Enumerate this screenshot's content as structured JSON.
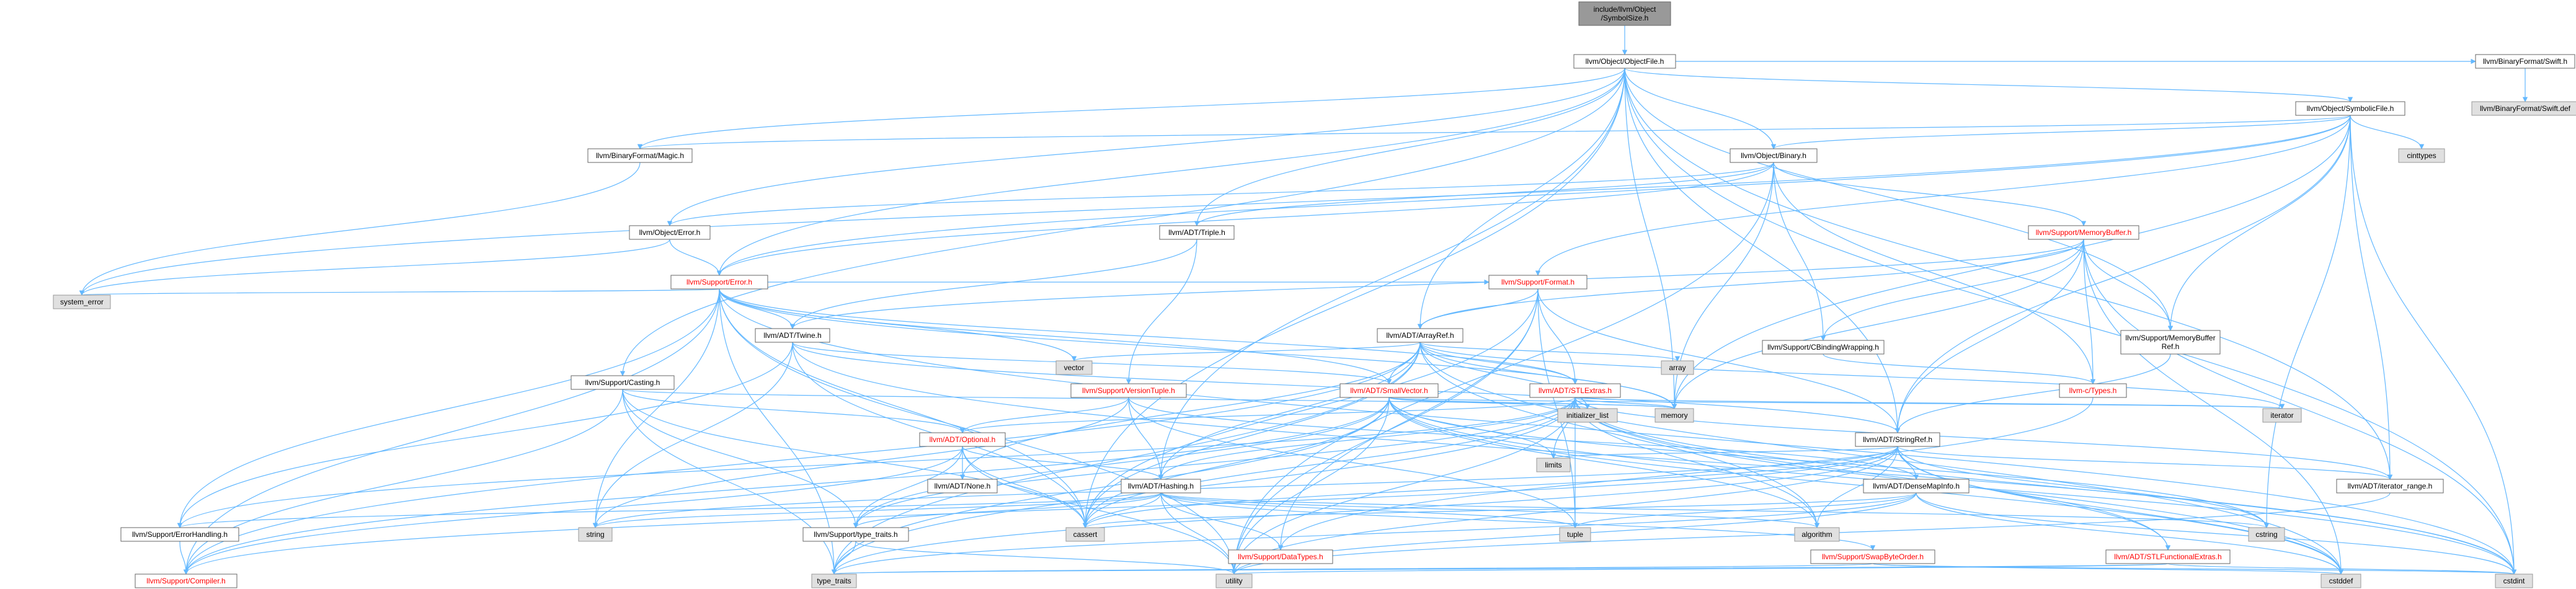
{
  "diagram": {
    "nodes": {
      "root": {
        "lines": [
          "include/llvm/Object",
          "/SymbolSize.h"
        ],
        "style": "root"
      },
      "objectfile": {
        "lines": [
          "llvm/Object/ObjectFile.h"
        ],
        "style": "white"
      },
      "symbolicfile": {
        "lines": [
          "llvm/Object/SymbolicFile.h"
        ],
        "style": "white"
      },
      "bf_swift": {
        "lines": [
          "llvm/BinaryFormat/Swift.h"
        ],
        "style": "white"
      },
      "bf_swift_def": {
        "lines": [
          "llvm/BinaryFormat/Swift.def"
        ],
        "style": "gray"
      },
      "bf_magic": {
        "lines": [
          "llvm/BinaryFormat/Magic.h"
        ],
        "style": "white"
      },
      "binary": {
        "lines": [
          "llvm/Object/Binary.h"
        ],
        "style": "white"
      },
      "cinttypes": {
        "lines": [
          "cinttypes"
        ],
        "style": "gray"
      },
      "obj_error": {
        "lines": [
          "llvm/Object/Error.h"
        ],
        "style": "white"
      },
      "triple": {
        "lines": [
          "llvm/ADT/Triple.h"
        ],
        "style": "white"
      },
      "memorybuffer": {
        "lines": [
          "llvm/Support/MemoryBuffer.h"
        ],
        "style": "red"
      },
      "support_error": {
        "lines": [
          "llvm/Support/Error.h"
        ],
        "style": "red"
      },
      "system_error": {
        "lines": [
          "system_error"
        ],
        "style": "gray"
      },
      "format": {
        "lines": [
          "llvm/Support/Format.h"
        ],
        "style": "red"
      },
      "twine": {
        "lines": [
          "llvm/ADT/Twine.h"
        ],
        "style": "white"
      },
      "arrayref": {
        "lines": [
          "llvm/ADT/ArrayRef.h"
        ],
        "style": "white"
      },
      "cbinding": {
        "lines": [
          "llvm/Support/CBindingWrapping.h"
        ],
        "style": "white"
      },
      "membufref": {
        "lines": [
          "llvm/Support/MemoryBuffer",
          "Ref.h"
        ],
        "style": "white"
      },
      "vector": {
        "lines": [
          "vector"
        ],
        "style": "gray"
      },
      "array": {
        "lines": [
          "array"
        ],
        "style": "gray"
      },
      "casting": {
        "lines": [
          "llvm/Support/Casting.h"
        ],
        "style": "white"
      },
      "versiontuple": {
        "lines": [
          "llvm/Support/VersionTuple.h"
        ],
        "style": "red"
      },
      "smallvector": {
        "lines": [
          "llvm/ADT/SmallVector.h"
        ],
        "style": "red"
      },
      "stlextras": {
        "lines": [
          "llvm/ADT/STLExtras.h"
        ],
        "style": "red"
      },
      "c_types": {
        "lines": [
          "llvm-c/Types.h"
        ],
        "style": "red"
      },
      "optional": {
        "lines": [
          "llvm/ADT/Optional.h"
        ],
        "style": "red"
      },
      "initializer_list": {
        "lines": [
          "initializer_list"
        ],
        "style": "gray"
      },
      "memory": {
        "lines": [
          "memory"
        ],
        "style": "gray"
      },
      "stringref": {
        "lines": [
          "llvm/ADT/StringRef.h"
        ],
        "style": "white"
      },
      "iterator": {
        "lines": [
          "iterator"
        ],
        "style": "gray"
      },
      "limits": {
        "lines": [
          "limits"
        ],
        "style": "gray"
      },
      "densemapinfo": {
        "lines": [
          "llvm/ADT/DenseMapInfo.h"
        ],
        "style": "white"
      },
      "iterator_range": {
        "lines": [
          "llvm/ADT/iterator_range.h"
        ],
        "style": "white"
      },
      "none": {
        "lines": [
          "llvm/ADT/None.h"
        ],
        "style": "white"
      },
      "hashing": {
        "lines": [
          "llvm/ADT/Hashing.h"
        ],
        "style": "white"
      },
      "errorhandling": {
        "lines": [
          "llvm/Support/ErrorHandling.h"
        ],
        "style": "white"
      },
      "type_traits_h": {
        "lines": [
          "llvm/Support/type_traits.h"
        ],
        "style": "white"
      },
      "string": {
        "lines": [
          "string"
        ],
        "style": "gray"
      },
      "cassert": {
        "lines": [
          "cassert"
        ],
        "style": "gray"
      },
      "algorithm": {
        "lines": [
          "algorithm"
        ],
        "style": "gray"
      },
      "tuple": {
        "lines": [
          "tuple"
        ],
        "style": "gray"
      },
      "cstring": {
        "lines": [
          "cstring"
        ],
        "style": "gray"
      },
      "datatypes": {
        "lines": [
          "llvm/Support/DataTypes.h"
        ],
        "style": "red"
      },
      "swapbyteorder": {
        "lines": [
          "llvm/Support/SwapByteOrder.h"
        ],
        "style": "red"
      },
      "stlfunctional": {
        "lines": [
          "llvm/ADT/STLFunctionalExtras.h"
        ],
        "style": "red"
      },
      "compiler": {
        "lines": [
          "llvm/Support/Compiler.h"
        ],
        "style": "red"
      },
      "type_traits": {
        "lines": [
          "type_traits"
        ],
        "style": "gray"
      },
      "utility": {
        "lines": [
          "utility"
        ],
        "style": "gray"
      },
      "cstddef": {
        "lines": [
          "cstddef"
        ],
        "style": "gray"
      },
      "cstdint": {
        "lines": [
          "cstdint"
        ],
        "style": "gray"
      }
    },
    "edges": [
      [
        "root",
        "objectfile"
      ],
      [
        "objectfile",
        "symbolicfile"
      ],
      [
        "objectfile",
        "bf_swift"
      ],
      [
        "objectfile",
        "bf_magic"
      ],
      [
        "objectfile",
        "binary"
      ],
      [
        "objectfile",
        "obj_error"
      ],
      [
        "objectfile",
        "triple"
      ],
      [
        "objectfile",
        "support_error"
      ],
      [
        "objectfile",
        "arrayref"
      ],
      [
        "objectfile",
        "membufref"
      ],
      [
        "objectfile",
        "casting"
      ],
      [
        "objectfile",
        "memory"
      ],
      [
        "objectfile",
        "stringref"
      ],
      [
        "objectfile",
        "iterator_range"
      ],
      [
        "objectfile",
        "hashing"
      ],
      [
        "objectfile",
        "cassert"
      ],
      [
        "objectfile",
        "cstdint"
      ],
      [
        "bf_swift",
        "bf_swift_def"
      ],
      [
        "symbolicfile",
        "bf_magic"
      ],
      [
        "symbolicfile",
        "binary"
      ],
      [
        "symbolicfile",
        "cinttypes"
      ],
      [
        "symbolicfile",
        "support_error"
      ],
      [
        "symbolicfile",
        "format"
      ],
      [
        "symbolicfile",
        "membufref"
      ],
      [
        "symbolicfile",
        "stringref"
      ],
      [
        "symbolicfile",
        "iterator_range"
      ],
      [
        "symbolicfile",
        "cstdint"
      ],
      [
        "symbolicfile",
        "cstring"
      ],
      [
        "symbolicfile",
        "system_error"
      ],
      [
        "symbolicfile",
        "memory"
      ],
      [
        "bf_magic",
        "system_error"
      ],
      [
        "binary",
        "obj_error"
      ],
      [
        "binary",
        "triple"
      ],
      [
        "binary",
        "support_error"
      ],
      [
        "binary",
        "memorybuffer"
      ],
      [
        "binary",
        "cbinding"
      ],
      [
        "binary",
        "c_types"
      ],
      [
        "binary",
        "memory"
      ],
      [
        "binary",
        "utility"
      ],
      [
        "obj_error",
        "support_error"
      ],
      [
        "obj_error",
        "system_error"
      ],
      [
        "triple",
        "twine"
      ],
      [
        "triple",
        "versiontuple"
      ],
      [
        "memorybuffer",
        "arrayref"
      ],
      [
        "memorybuffer",
        "twine"
      ],
      [
        "memorybuffer",
        "cbinding"
      ],
      [
        "memorybuffer",
        "membufref"
      ],
      [
        "memorybuffer",
        "c_types"
      ],
      [
        "memorybuffer",
        "memory"
      ],
      [
        "memorybuffer",
        "stringref"
      ],
      [
        "memorybuffer",
        "cstddef"
      ],
      [
        "memorybuffer",
        "cstdint"
      ],
      [
        "support_error",
        "system_error"
      ],
      [
        "support_error",
        "format"
      ],
      [
        "support_error",
        "twine"
      ],
      [
        "support_error",
        "smallvector"
      ],
      [
        "support_error",
        "stlextras"
      ],
      [
        "support_error",
        "errorhandling"
      ],
      [
        "support_error",
        "compiler"
      ],
      [
        "support_error",
        "type_traits"
      ],
      [
        "support_error",
        "cassert"
      ],
      [
        "support_error",
        "cstdint"
      ],
      [
        "support_error",
        "memory"
      ],
      [
        "support_error",
        "string"
      ],
      [
        "support_error",
        "utility"
      ],
      [
        "support_error",
        "vector"
      ],
      [
        "format",
        "arrayref"
      ],
      [
        "format",
        "stlextras"
      ],
      [
        "format",
        "stringref"
      ],
      [
        "format",
        "datatypes"
      ],
      [
        "format",
        "cassert"
      ],
      [
        "format",
        "tuple"
      ],
      [
        "format",
        "utility"
      ],
      [
        "twine",
        "smallvector"
      ],
      [
        "twine",
        "stringref"
      ],
      [
        "twine",
        "errorhandling"
      ],
      [
        "twine",
        "cassert"
      ],
      [
        "twine",
        "cstdint"
      ],
      [
        "twine",
        "string"
      ],
      [
        "arrayref",
        "hashing"
      ],
      [
        "arrayref",
        "none"
      ],
      [
        "arrayref",
        "smallvector"
      ],
      [
        "arrayref",
        "stlextras"
      ],
      [
        "arrayref",
        "compiler"
      ],
      [
        "arrayref",
        "algorithm"
      ],
      [
        "arrayref",
        "array"
      ],
      [
        "arrayref",
        "cassert"
      ],
      [
        "arrayref",
        "cstddef"
      ],
      [
        "arrayref",
        "initializer_list"
      ],
      [
        "arrayref",
        "iterator"
      ],
      [
        "arrayref",
        "memory"
      ],
      [
        "arrayref",
        "type_traits"
      ],
      [
        "arrayref",
        "vector"
      ],
      [
        "cbinding",
        "c_types"
      ],
      [
        "membufref",
        "stringref"
      ],
      [
        "casting",
        "optional"
      ],
      [
        "casting",
        "type_traits_h"
      ],
      [
        "casting",
        "compiler"
      ],
      [
        "casting",
        "cassert"
      ],
      [
        "casting",
        "memory"
      ],
      [
        "casting",
        "type_traits"
      ],
      [
        "versiontuple",
        "densemapinfo"
      ],
      [
        "versiontuple",
        "hashing"
      ],
      [
        "versiontuple",
        "optional"
      ],
      [
        "versiontuple",
        "string"
      ],
      [
        "versiontuple",
        "tuple"
      ],
      [
        "smallvector",
        "compiler"
      ],
      [
        "smallvector",
        "type_traits_h"
      ],
      [
        "smallvector",
        "algorithm"
      ],
      [
        "smallvector",
        "cassert"
      ],
      [
        "smallvector",
        "cstddef"
      ],
      [
        "smallvector",
        "cstdint"
      ],
      [
        "smallvector",
        "cstring"
      ],
      [
        "smallvector",
        "initializer_list"
      ],
      [
        "smallvector",
        "iterator"
      ],
      [
        "smallvector",
        "limits"
      ],
      [
        "smallvector",
        "memory"
      ],
      [
        "smallvector",
        "type_traits"
      ],
      [
        "smallvector",
        "utility"
      ],
      [
        "stlextras",
        "hashing"
      ],
      [
        "stlextras",
        "optional"
      ],
      [
        "stlextras",
        "stlfunctional"
      ],
      [
        "stlextras",
        "iterator_range"
      ],
      [
        "stlextras",
        "errorhandling"
      ],
      [
        "stlextras",
        "type_traits_h"
      ],
      [
        "stlextras",
        "algorithm"
      ],
      [
        "stlextras",
        "cassert"
      ],
      [
        "stlextras",
        "cstddef"
      ],
      [
        "stlextras",
        "cstdint"
      ],
      [
        "stlextras",
        "initializer_list"
      ],
      [
        "stlextras",
        "iterator"
      ],
      [
        "stlextras",
        "limits"
      ],
      [
        "stlextras",
        "memory"
      ],
      [
        "stlextras",
        "tuple"
      ],
      [
        "stlextras",
        "type_traits"
      ],
      [
        "stlextras",
        "utility"
      ],
      [
        "c_types",
        "datatypes"
      ],
      [
        "optional",
        "hashing"
      ],
      [
        "optional",
        "none"
      ],
      [
        "optional",
        "compiler"
      ],
      [
        "optional",
        "type_traits_h"
      ],
      [
        "optional",
        "cassert"
      ],
      [
        "optional",
        "new_"
      ],
      [
        "optional",
        "utility"
      ],
      [
        "stringref",
        "densemapinfo"
      ],
      [
        "stringref",
        "stlfunctional"
      ],
      [
        "stringref",
        "iterator_range"
      ],
      [
        "stringref",
        "compiler"
      ],
      [
        "stringref",
        "algorithm"
      ],
      [
        "stringref",
        "cassert"
      ],
      [
        "stringref",
        "cstddef"
      ],
      [
        "stringref",
        "cstring"
      ],
      [
        "stringref",
        "limits"
      ],
      [
        "stringref",
        "string"
      ],
      [
        "stringref",
        "type_traits"
      ],
      [
        "stringref",
        "utility"
      ],
      [
        "densemapinfo",
        "cassert"
      ],
      [
        "densemapinfo",
        "cstddef"
      ],
      [
        "densemapinfo",
        "cstdint"
      ],
      [
        "densemapinfo",
        "tuple"
      ],
      [
        "densemapinfo",
        "type_traits"
      ],
      [
        "densemapinfo",
        "utility"
      ],
      [
        "iterator_range",
        "utility"
      ],
      [
        "hashing",
        "errorhandling"
      ],
      [
        "hashing",
        "datatypes"
      ],
      [
        "hashing",
        "swapbyteorder"
      ],
      [
        "hashing",
        "type_traits_h"
      ],
      [
        "hashing",
        "algorithm"
      ],
      [
        "hashing",
        "cassert"
      ],
      [
        "hashing",
        "cstring"
      ],
      [
        "hashing",
        "string"
      ],
      [
        "hashing",
        "tuple"
      ],
      [
        "hashing",
        "utility"
      ],
      [
        "errorhandling",
        "compiler"
      ],
      [
        "type_traits_h",
        "type_traits"
      ],
      [
        "type_traits_h",
        "utility"
      ],
      [
        "swapbyteorder",
        "cstddef"
      ],
      [
        "swapbyteorder",
        "cstdint"
      ],
      [
        "swapbyteorder",
        "type_traits"
      ],
      [
        "stlfunctional",
        "cstdint"
      ],
      [
        "stlfunctional",
        "type_traits"
      ],
      [
        "stlfunctional",
        "utility"
      ]
    ]
  }
}
